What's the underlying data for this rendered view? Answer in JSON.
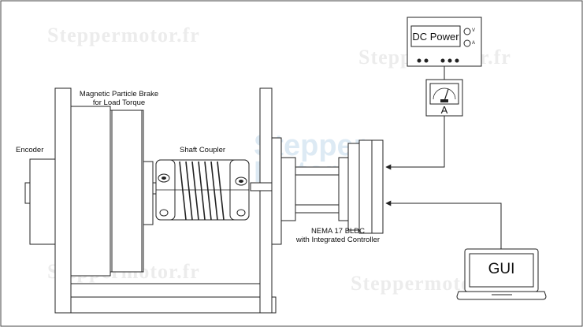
{
  "labels": {
    "encoder": "Encoder",
    "brake_line1": "Magnetic Particle Brake",
    "brake_line2": "for Load Torque",
    "coupler": "Shaft Coupler",
    "motor_line1": "NEMA 17 BLDC",
    "motor_line2": "with Integrated Controller",
    "power_supply": "DC Power",
    "volt_unit": "V",
    "amp_unit": "A",
    "ammeter": "A",
    "gui": "GUI"
  },
  "watermarks": {
    "text": "Steppermotor.fr",
    "center_line1": "Stepper",
    "center_line2": "Motor.fr"
  },
  "colors": {
    "line": "#222222",
    "frame": "#444444",
    "watermark": "#9a9a9a",
    "watermark_center": "#78aad2"
  }
}
